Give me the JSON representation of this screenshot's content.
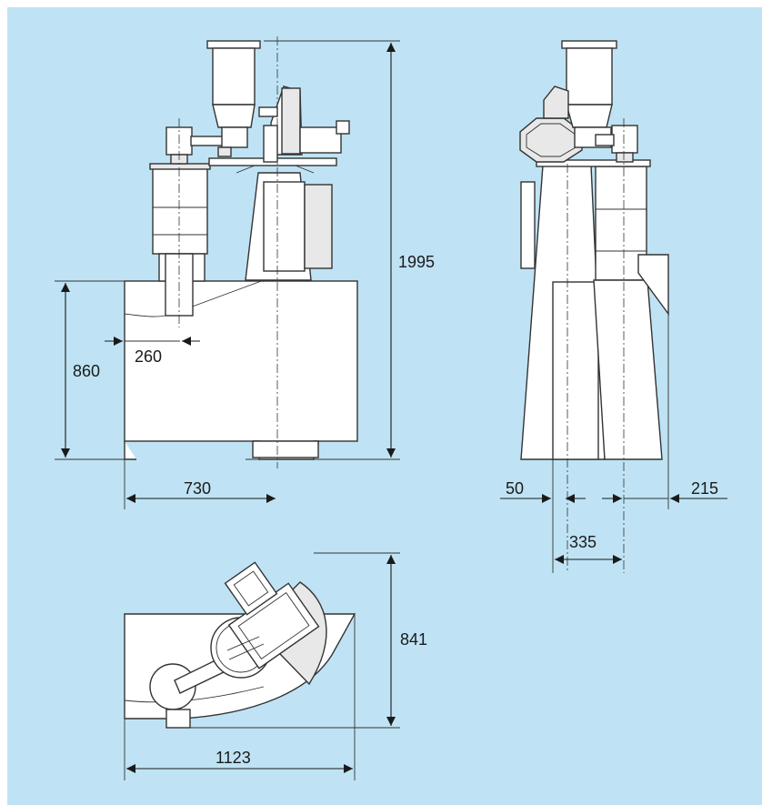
{
  "dimensions": {
    "overall_height": "1995",
    "body_height": "860",
    "inlet_width": "260",
    "half_width": "730",
    "left_offset": "50",
    "centre_spacing": "335",
    "right_offset": "215",
    "plan_depth": "841",
    "plan_width": "1123"
  },
  "colors": {
    "background": "#bfe3f4",
    "line": "#333333",
    "fill": "#ffffff"
  }
}
